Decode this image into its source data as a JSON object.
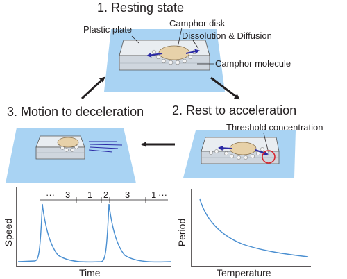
{
  "steps": {
    "resting": "1. Resting state",
    "rest_to_acceleration": "2. Rest to acceleration",
    "motion_to_deceleration": "3. Motion to deceleration"
  },
  "annotations": {
    "plastic_plate": "Plastic plate",
    "camphor_disk": "Camphor disk",
    "dissolution_diffusion": "Dissolution & Diffusion",
    "camphor_molecule": "Camphor molecule",
    "threshold_concentration": "Threshold concentration"
  },
  "speed_plot": {
    "ylabel": "Speed",
    "xlabel": "Time",
    "phase_sequence": [
      "···",
      "3",
      "1",
      "2",
      "3",
      "1",
      "···"
    ]
  },
  "period_plot": {
    "ylabel": "Period",
    "xlabel": "Temperature"
  },
  "colors": {
    "tray": "#a9d3f3",
    "plate": "#e3e7ec",
    "disk": "#e7d1a9",
    "arrow_blue": "#2b2aa5",
    "curve": "#4a8fd1",
    "threshold_circle": "#d7262e"
  }
}
